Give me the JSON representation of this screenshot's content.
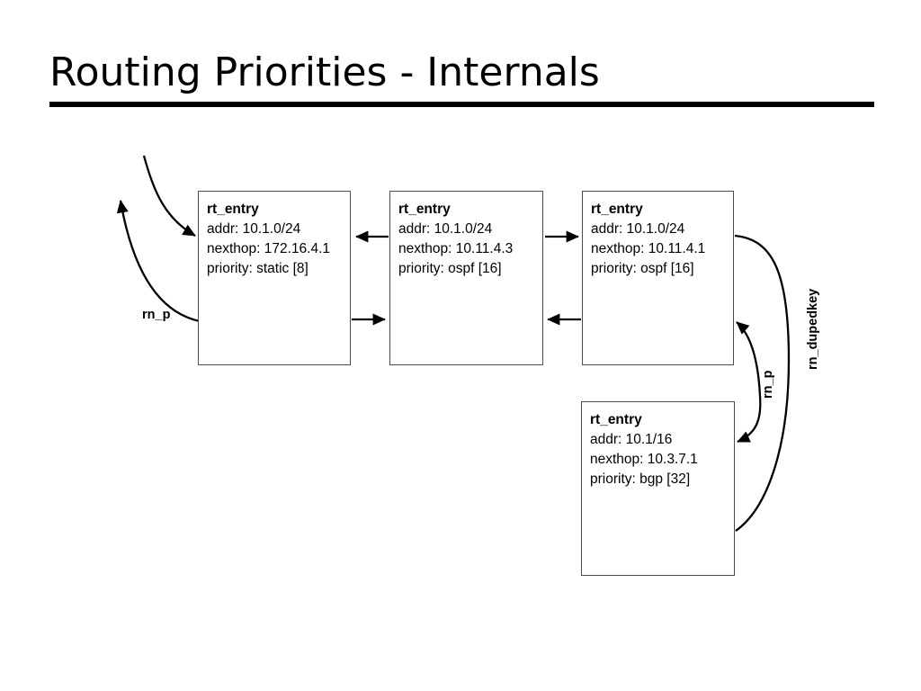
{
  "slide": {
    "title": "Routing Priorities - Internals",
    "accent_color": "#000000",
    "background_color": "#ffffff",
    "box_border_color": "#4d4d4d"
  },
  "diagram": {
    "type": "node-link-diagram",
    "nodes": [
      {
        "id": "rt1",
        "header": "rt_entry",
        "addr": "addr: 10.1.0/24",
        "nexthop": "nexthop: 172.16.4.1",
        "priority": "priority: static [8]"
      },
      {
        "id": "rt2",
        "header": "rt_entry",
        "addr": "addr: 10.1.0/24",
        "nexthop": "nexthop: 10.11.4.3",
        "priority": "priority: ospf [16]"
      },
      {
        "id": "rt3",
        "header": "rt_entry",
        "addr": "addr: 10.1.0/24",
        "nexthop": "nexthop: 10.11.4.1",
        "priority": "priority: ospf [16]"
      },
      {
        "id": "rt4",
        "header": "rt_entry",
        "addr": "addr: 10.1/16",
        "nexthop": "nexthop: 10.3.7.1",
        "priority": "priority: bgp [32]"
      }
    ],
    "edge_labels": {
      "left_rn_p": "rn_p",
      "right_rn_p": "rn_p",
      "rn_dupedkey": "rn_dupedkey"
    }
  }
}
